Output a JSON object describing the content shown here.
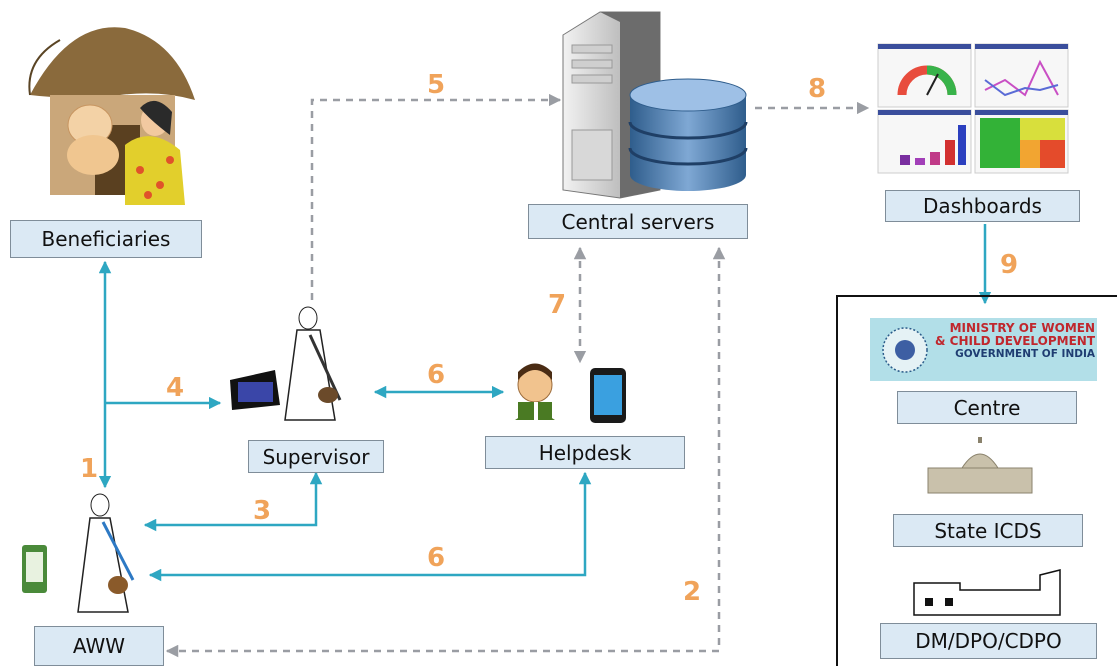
{
  "nodes": {
    "beneficiaries": "Beneficiaries",
    "central_servers": "Central servers",
    "dashboards": "Dashboards",
    "supervisor": "Supervisor",
    "helpdesk": "Helpdesk",
    "aww": "AWW",
    "centre": "Centre",
    "state_icds": "State ICDS",
    "dm_dpo_cdpo": "DM/DPO/CDPO"
  },
  "step_numbers": {
    "s1": "1",
    "s2": "2",
    "s3": "3",
    "s4": "4",
    "s5": "5",
    "s6a": "6",
    "s6b": "6",
    "s7": "7",
    "s8": "8",
    "s9": "9"
  },
  "logo": {
    "line1": "MINISTRY OF WOMEN",
    "line2": "& CHILD DEVELOPMENT",
    "line3": "GOVERNMENT OF INDIA"
  },
  "colors": {
    "solid_arrow": "#2ea7c2",
    "dashed_arrow": "#9a9da3",
    "step_number": "#f0a35a",
    "box_fill": "#dbe9f4"
  }
}
